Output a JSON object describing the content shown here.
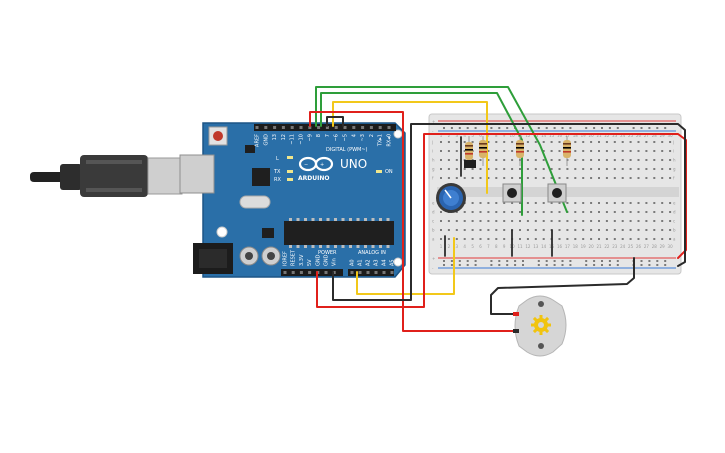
{
  "board": {
    "model_label": "UNO",
    "brand_label": "ARDUINO",
    "digital_header_label": "DIGITAL (PWM~)",
    "power_label": "POWER",
    "analog_label": "ANALOG IN",
    "on_label": "ON",
    "led_labels": [
      "L",
      "TX",
      "RX"
    ],
    "digital_pins": [
      "AREF",
      "GND",
      "13",
      "12",
      "~11",
      "~10",
      "~9",
      "8",
      "7",
      "~6",
      "~5",
      "4",
      "~3",
      "2",
      "TX▸1",
      "RX◂0"
    ],
    "power_pins": [
      "IOREF",
      "RESET",
      "3.3V",
      "5V",
      "GND",
      "GND",
      "Vin"
    ],
    "analog_pins": [
      "A0",
      "A1",
      "A2",
      "A3",
      "A4",
      "A5"
    ],
    "board_color": "#2a6fa8"
  },
  "breadboard": {
    "rail_plus": "+",
    "rail_minus": "-",
    "row_letters_top": [
      "j",
      "i",
      "h",
      "g",
      "f"
    ],
    "row_letters_bottom": [
      "e",
      "d",
      "c",
      "b",
      "a"
    ],
    "column_numbers": [
      "1",
      "2",
      "3",
      "4",
      "5",
      "6",
      "7",
      "8",
      "9",
      "10",
      "11",
      "12",
      "13",
      "14",
      "15",
      "16",
      "17",
      "18",
      "19",
      "20",
      "21",
      "22",
      "23",
      "24",
      "25",
      "26",
      "27",
      "28",
      "29",
      "30"
    ]
  },
  "colors": {
    "wire_red": "#e0201b",
    "wire_black": "#2b2b2b",
    "wire_green": "#2e9e3a",
    "wire_yellow": "#f2c81a",
    "resistor_body": "#d9b46a",
    "motor_body": "#d6d6d6",
    "pot_knob": "#2a64b0"
  },
  "components": {
    "resistor_count": 4,
    "pushbutton_count": 2,
    "potentiometer": "potentiometer",
    "motor": "dc-motor",
    "usb_cable": "usb-cable"
  }
}
